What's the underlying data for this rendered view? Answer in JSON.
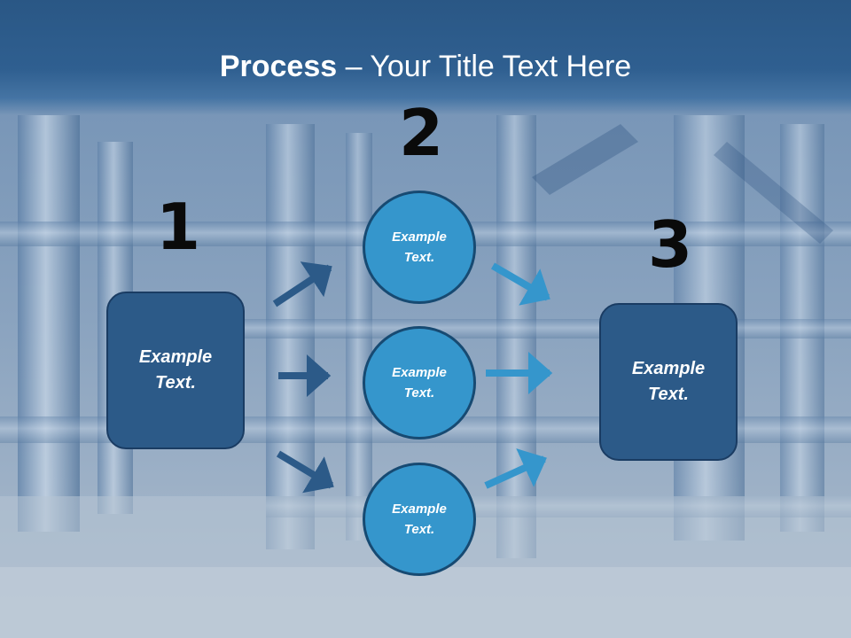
{
  "slide": {
    "title_bold": "Process",
    "title_rest": " – Your Title Text Here"
  },
  "steps": {
    "step1": {
      "number": "1",
      "label": "Example Text."
    },
    "step2": {
      "number": "2",
      "circles": [
        {
          "label": "Example Text."
        },
        {
          "label": "Example Text."
        },
        {
          "label": "Example Text."
        }
      ]
    },
    "step3": {
      "number": "3",
      "label": "Example Text."
    }
  },
  "colors": {
    "header": "#2f5f90",
    "box_fill": "#2c5a88",
    "circle_fill": "#3596cc",
    "arrow_dark": "#2c5a88",
    "arrow_light": "#3596cc"
  }
}
